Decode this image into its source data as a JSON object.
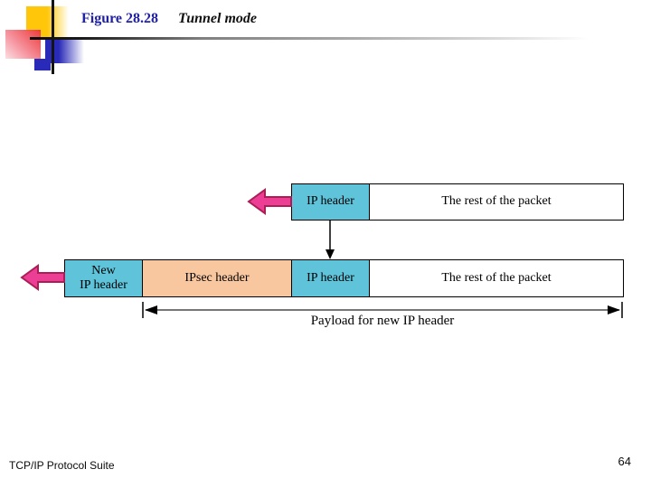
{
  "slide": {
    "figure_label": "Figure 28.28",
    "figure_title": "Tunnel mode",
    "footer": "TCP/IP Protocol Suite",
    "page_number": "64"
  },
  "diagram": {
    "top_packet": {
      "ip_header": "IP header",
      "rest": "The rest of the packet"
    },
    "bottom_packet": {
      "new_ip_line1": "New",
      "new_ip_line2": "IP header",
      "ipsec_header": "IPsec header",
      "ip_header": "IP header",
      "rest": "The rest of the packet"
    },
    "payload_caption": "Payload for new IP header"
  },
  "colors": {
    "ip_header_box": "#5fc3da",
    "ipsec_box": "#f8c7a0",
    "arrow_fill": "#ec3e95",
    "arrow_stroke": "#aa1e55",
    "figure_label_blue": "#2121a3"
  }
}
